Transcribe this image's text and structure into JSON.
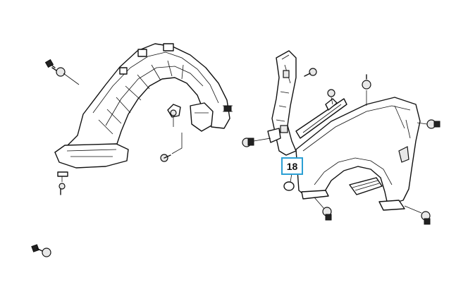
{
  "callout": {
    "label": "18",
    "border_color": "#2a9fd4"
  },
  "parts": [
    "fender-liner",
    "fender-bracket",
    "front-fender",
    "grommet",
    "bolts",
    "clips"
  ]
}
